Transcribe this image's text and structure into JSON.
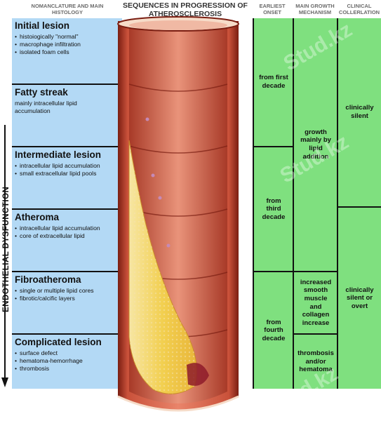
{
  "headers": {
    "nomenclature": "NOMANCLATURE AND MAIN HISTOLOGY",
    "sequences": "SEQUENCES IN PROGRESSION OF ATHEROSCLEROSIS",
    "earliest_onset": "EARLIEST ONSET",
    "mechanism": "MAIN GROWTH MECHANISM",
    "clinical": "CLINICAL COLLERLATION"
  },
  "side_label": "ENDOTHELIAL DYSFUNCTION",
  "stages": [
    {
      "title": "Initial lesion",
      "items": [
        "histoiogically \"normal\"",
        "macrophage infiltration",
        "isolated foam cells"
      ]
    },
    {
      "title": "Fatty streak",
      "desc": "mainly intracellular lipid accumulation"
    },
    {
      "title": "Intermediate lesion",
      "items": [
        "intracellular lipid accumulation",
        "small extracellular lipid pools"
      ]
    },
    {
      "title": "Atheroma",
      "items": [
        "intracellular lipid accumulation",
        "core of extracellular lipid"
      ]
    },
    {
      "title": "Fibroatheroma",
      "items": [
        "single or multiple lipid cores",
        "fibrotic/calcific layers"
      ]
    },
    {
      "title": "Complicated lesion",
      "items": [
        "surface defect",
        "hematoma-hemorrhage",
        "thrombosis"
      ]
    }
  ],
  "onset": [
    "from first decade",
    "from third decade",
    "from fourth decade"
  ],
  "mechanism": [
    "growth mainly by lipid addition",
    "increased smooth muscle and collagen increase",
    "thrombosis and/or hematoma"
  ],
  "clinical": [
    "clinically silent",
    "clinically silent or overt"
  ],
  "watermark": "Stud.kz",
  "colors": {
    "left_panel": "#b3d9f5",
    "green": "#7fe07f",
    "artery_outer": "#c94a35",
    "plaque": "#f2d35e"
  }
}
